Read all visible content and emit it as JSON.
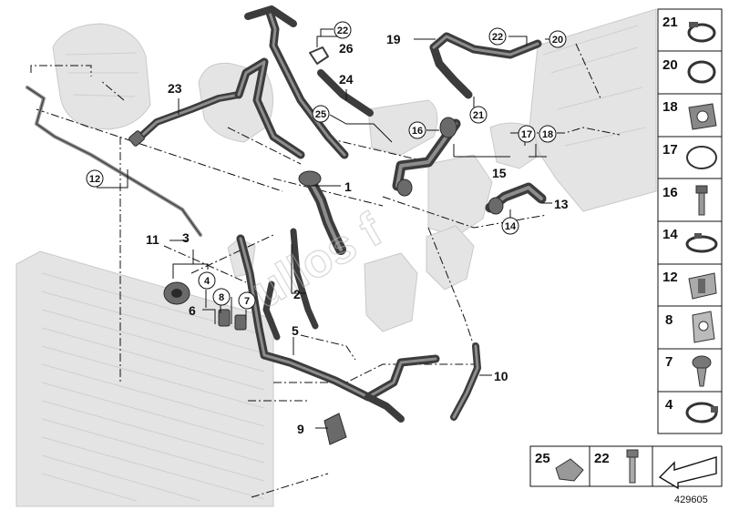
{
  "callouts": {
    "c1": "1",
    "c2": "2",
    "c3": "3",
    "c4": "4",
    "c5": "5",
    "c6": "6",
    "c7": "7",
    "c8": "8",
    "c9": "9",
    "c10": "10",
    "c11": "11",
    "c12": "12",
    "c13": "13",
    "c14": "14",
    "c15": "15",
    "c16": "16",
    "c17": "17",
    "c18": "18",
    "c19": "19",
    "c20": "20",
    "c21": "21",
    "c22a": "22",
    "c22b": "22",
    "c23": "23",
    "c24": "24",
    "c25": "25",
    "c26": "26"
  },
  "sidebar": [
    "21",
    "20",
    "18",
    "17",
    "16",
    "14",
    "12",
    "8",
    "7",
    "4"
  ],
  "bottom_items": [
    "25",
    "22"
  ],
  "diagram_ref": "429605",
  "watermark": "ullos f"
}
